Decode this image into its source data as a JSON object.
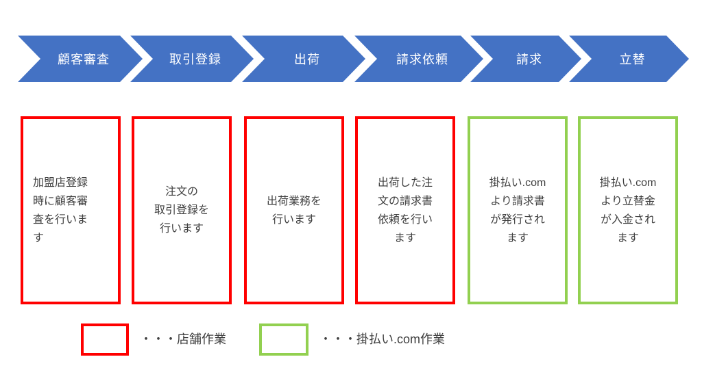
{
  "flow": {
    "steps": [
      {
        "label": "顧客審査",
        "description": "加盟店登録\n時に顧客審\n査を行いま\nす",
        "owner": "store"
      },
      {
        "label": "取引登録",
        "description": "注文の\n取引登録を\n行います",
        "owner": "store"
      },
      {
        "label": "出荷",
        "description": "出荷業務を\n行います",
        "owner": "store"
      },
      {
        "label": "請求依頼",
        "description": "出荷した注\n文の請求書\n依頼を行い\nます",
        "owner": "store"
      },
      {
        "label": "請求",
        "description": "掛払い.com\nより請求書\nが発行され\nます",
        "owner": "kakebarai"
      },
      {
        "label": "立替",
        "description": "掛払い.com\nより立替金\nが入金され\nます",
        "owner": "kakebarai"
      }
    ]
  },
  "legend": {
    "store": {
      "label": "・・・店舗作業",
      "swatch_color": "#FF0000"
    },
    "kakebarai": {
      "label": "・・・掛払い.com作業",
      "swatch_color": "#92D050"
    }
  },
  "colors": {
    "chevron_fill": "#4472C4",
    "chevron_text": "#FFFFFF",
    "store_border": "#FF0000",
    "kakebarai_border": "#92D050",
    "body_text": "#3F3F3F",
    "background": "#FFFFFF"
  }
}
